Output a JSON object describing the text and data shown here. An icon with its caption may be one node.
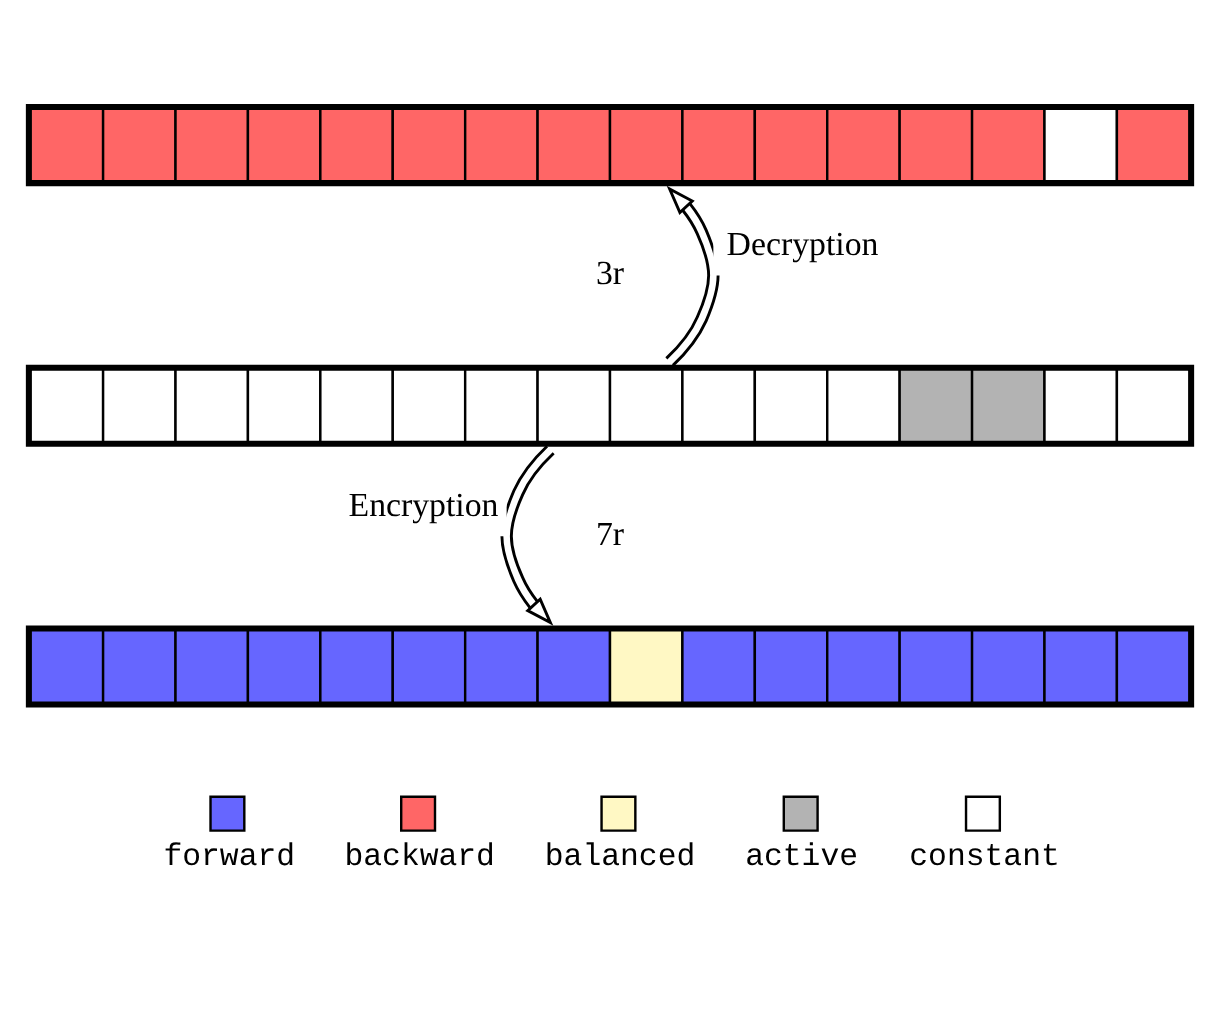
{
  "diagram": {
    "nodes": [
      {
        "text": [],
        "shape": "bar"
      },
      {
        "text": [],
        "shape": "bar"
      },
      {
        "text": [],
        "shape": "bar"
      }
    ],
    "edges": [
      {
        "from": 1,
        "to": 0,
        "arrow": "to",
        "label": "Decryption"
      },
      {
        "from": 1,
        "to": 2,
        "arrow": "to",
        "label": "Encryption"
      }
    ],
    "labels": [
      "3r",
      "7r"
    ],
    "legend": [
      {
        "text": "forward",
        "color": "#6666ff"
      },
      {
        "text": "backward",
        "color": "#ff6666"
      },
      {
        "text": "balanced",
        "color": "#fff8c4"
      },
      {
        "text": "active",
        "color": "#b3b3b3"
      },
      {
        "text": "constant",
        "color": "#ffffff"
      }
    ]
  }
}
